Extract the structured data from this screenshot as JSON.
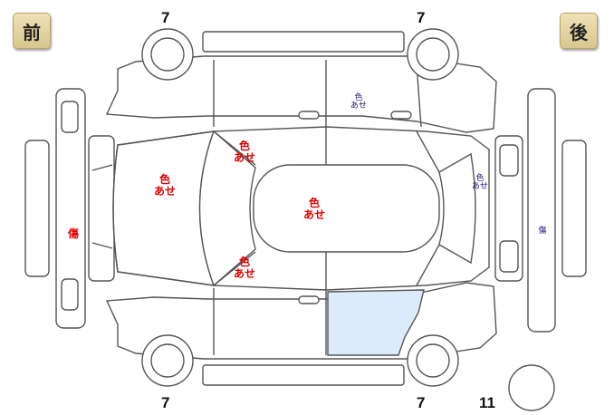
{
  "direction_labels": {
    "front": "前",
    "rear": "後"
  },
  "tire_tread_values": {
    "front_left_top": "7",
    "rear_left_top": "7",
    "front_bottom": "7",
    "rear_bottom": "7",
    "spare": "11"
  },
  "damage_notes": {
    "hood": "色あせ",
    "windshield_upper_pillar": "色あせ",
    "windshield_lower_pillar": "色あせ",
    "roof": "色あせ",
    "front_bumper": "傷",
    "rear_door_upper": "色あせ",
    "trunk": "色あせ",
    "rear_bumper": "傷"
  },
  "highlight": {
    "panel": "rear-door-lower",
    "color": "#dcebf9"
  },
  "colors": {
    "severe_note": "#e00000",
    "minor_note": "#1a1a7a",
    "outline": "#555555"
  }
}
